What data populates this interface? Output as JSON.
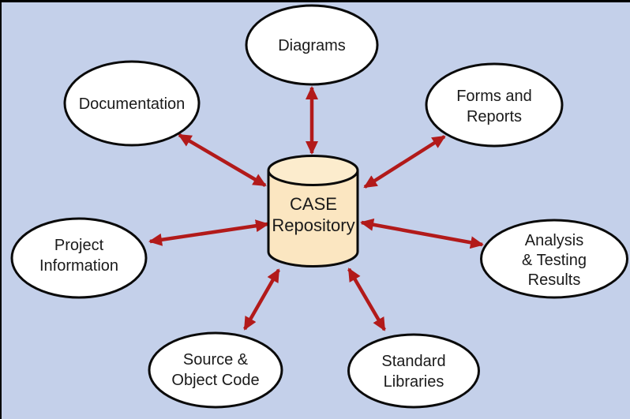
{
  "diagram": {
    "repository": {
      "line1": "CASE",
      "line2": "Repository"
    },
    "nodes": [
      {
        "id": "diagrams",
        "line1": "Diagrams"
      },
      {
        "id": "documentation",
        "line1": "Documentation"
      },
      {
        "id": "forms-and-reports",
        "line1": "Forms and",
        "line2": "Reports"
      },
      {
        "id": "project-information",
        "line1": "Project",
        "line2": "Information"
      },
      {
        "id": "analysis-testing-results",
        "line1": "Analysis",
        "line2": "& Testing",
        "line3": "Results"
      },
      {
        "id": "source-object-code",
        "line1": "Source &",
        "line2": "Object Code"
      },
      {
        "id": "standard-libraries",
        "line1": "Standard",
        "line2": "Libraries"
      }
    ],
    "colors": {
      "background": "#c4d0ea",
      "frame": "#000000",
      "arrow": "#b21a1a",
      "node_fill": "#ffffff",
      "outline": "#0a0a0a",
      "cylinder_fill": "#fbe6c1",
      "cylinder_top_fill": "#fceccd",
      "text": "#1a1a1a"
    }
  }
}
